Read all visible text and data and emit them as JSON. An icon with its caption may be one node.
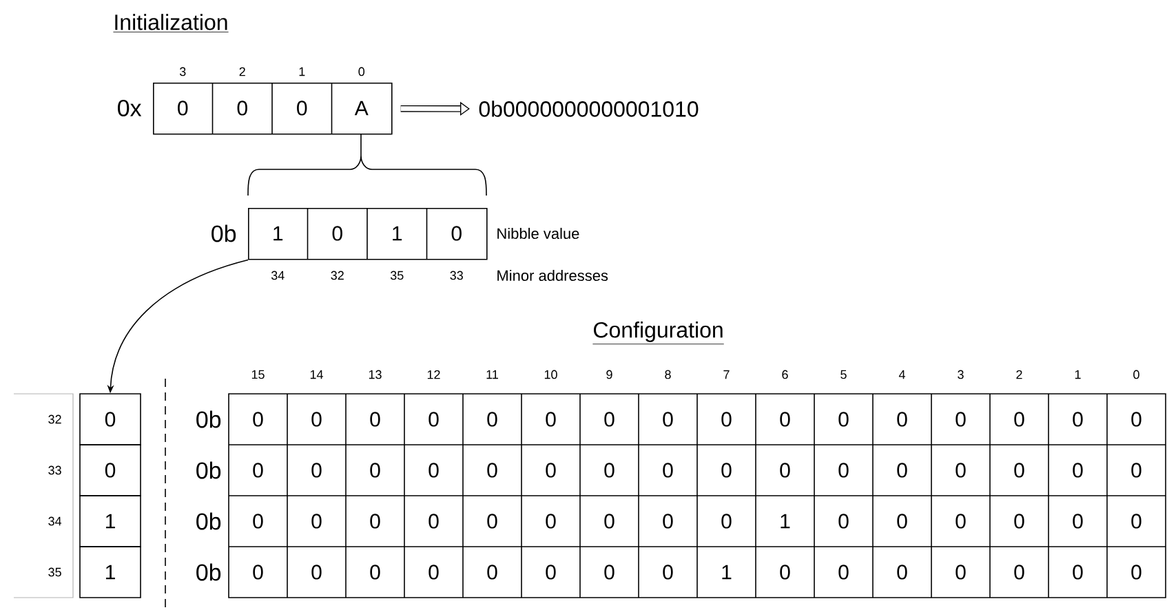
{
  "diagram": {
    "nodes": [
      {
        "text": [
          "0",
          "0",
          "0",
          "A"
        ],
        "beside": [
          "0x",
          "3",
          "2",
          "1",
          "0"
        ]
      },
      {
        "text": [
          "0b0000000000001010"
        ]
      },
      {
        "text": [
          "1",
          "0",
          "1",
          "0"
        ],
        "beside": [
          "0b",
          "Nibble value"
        ]
      },
      {
        "text": [
          "32",
          "33",
          "34",
          "35"
        ]
      },
      {
        "text": [
          "0"
        ]
      },
      {
        "text": [
          "0"
        ]
      },
      {
        "text": [
          "1"
        ]
      },
      {
        "text": [
          "1"
        ]
      }
    ],
    "edges": [
      {
        "from": 0,
        "to": 1,
        "arrow": "to",
        "style": "thick"
      },
      {
        "from": 2,
        "to": 4,
        "arrow": "to"
      }
    ],
    "labels": [
      "Initialization",
      "34",
      "32",
      "35",
      "33",
      "Minor addresses",
      "Configuration",
      "15",
      "14",
      "13",
      "12",
      "11",
      "10",
      "9",
      "8",
      "7",
      "6",
      "5",
      "4",
      "3",
      "2",
      "1",
      "0",
      "0b",
      "0",
      "0",
      "0",
      "0",
      "0",
      "0",
      "0",
      "0",
      "0",
      "0",
      "0",
      "0",
      "0",
      "0",
      "0",
      "0",
      "0b",
      "0",
      "0",
      "0",
      "0",
      "0",
      "0",
      "0",
      "0",
      "0",
      "0",
      "0",
      "0",
      "0",
      "0",
      "0",
      "0",
      "0b",
      "0",
      "0",
      "0",
      "0",
      "0",
      "0",
      "0",
      "0",
      "0",
      "1",
      "0",
      "0",
      "0",
      "0",
      "0",
      "0",
      "0b",
      "0",
      "0",
      "0",
      "0",
      "0",
      "0",
      "0",
      "0",
      "1",
      "0",
      "0",
      "0",
      "0",
      "0",
      "0",
      "0"
    ]
  }
}
